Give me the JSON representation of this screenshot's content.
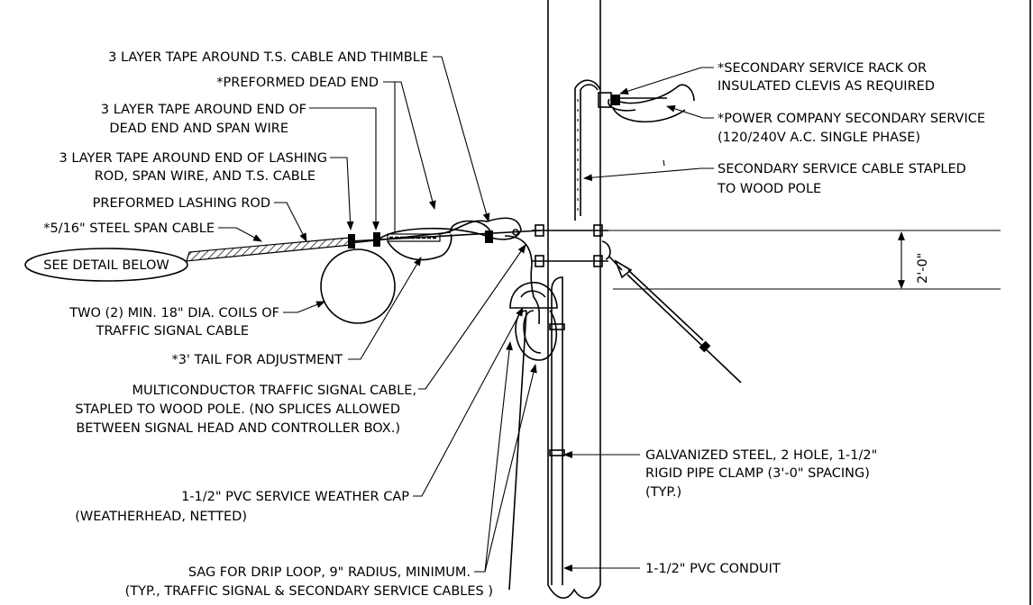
{
  "labels": {
    "l01": "3 LAYER TAPE AROUND T.S. CABLE AND THIMBLE",
    "l02": "*PREFORMED DEAD END",
    "l03a": "3 LAYER TAPE AROUND END OF",
    "l03b": "DEAD END AND SPAN WIRE",
    "l04a": "3 LAYER TAPE AROUND END OF LASHING",
    "l04b": "ROD, SPAN WIRE, AND T.S. CABLE",
    "l05": "PREFORMED LASHING ROD",
    "l06": "*5/16\" STEEL SPAN CABLE",
    "l07": "SEE DETAIL BELOW",
    "l08a": "TWO (2) MIN. 18\" DIA. COILS OF",
    "l08b": "TRAFFIC SIGNAL CABLE",
    "l09": "*3' TAIL FOR ADJUSTMENT",
    "l10a": "MULTICONDUCTOR TRAFFIC SIGNAL CABLE,",
    "l10b": "STAPLED TO WOOD POLE.  (NO SPLICES ALLOWED",
    "l10c": "BETWEEN SIGNAL HEAD AND CONTROLLER BOX.)",
    "l11a": "1-1/2\" PVC SERVICE WEATHER CAP",
    "l11b": "(WEATHERHEAD, NETTED)",
    "l12a": "SAG FOR DRIP LOOP, 9\" RADIUS, MINIMUM.",
    "l12b": "(TYP., TRAFFIC SIGNAL & SECONDARY SERVICE CABLES )",
    "r01a": "*SECONDARY SERVICE RACK OR",
    "r01b": "INSULATED CLEVIS AS REQUIRED",
    "r02a": "*POWER COMPANY SECONDARY SERVICE",
    "r02b": "(120/240V A.C. SINGLE PHASE)",
    "r03a": "SECONDARY SERVICE CABLE STAPLED",
    "r03b": "TO WOOD POLE",
    "r04a": "GALVANIZED STEEL, 2 HOLE, 1-1/2\"",
    "r04b": "RIGID PIPE CLAMP (3'-0\" SPACING)",
    "r04c": "(TYP.)",
    "r05": "1-1/2\" PVC CONDUIT",
    "dim": "2'-0\""
  }
}
